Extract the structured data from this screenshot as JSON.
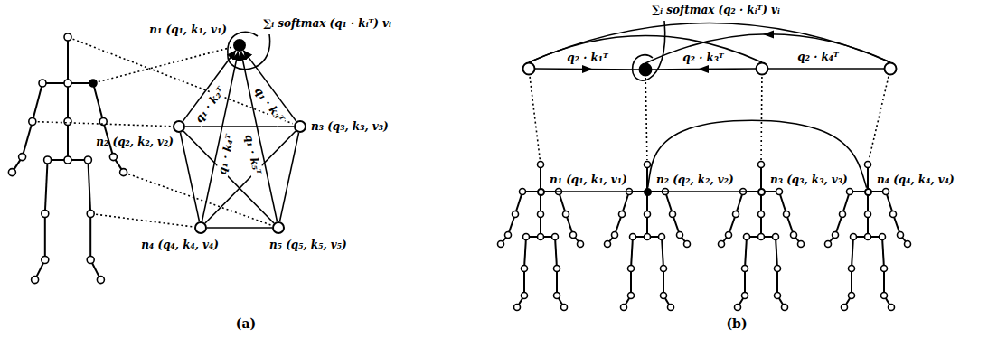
{
  "diagram": {
    "nodes": [
      {
        "text": [
          "n₁ (q₁, k₁, v₁)"
        ]
      },
      {
        "text": [
          "n₂ (q₂, k₂, v₂)"
        ]
      },
      {
        "text": [
          "n₃ (q₃, k₃, v₃)"
        ]
      },
      {
        "text": [
          "n₄ (q₄, k₄, v₄)"
        ]
      },
      {
        "text": [
          "n₅ (q₅, k₅, v₅)"
        ]
      },
      {
        "text": [
          "n₁ (q₁, k₁, v₁)"
        ]
      },
      {
        "text": [
          "n₂ (q₂, k₂, v₂)"
        ]
      },
      {
        "text": [
          "n₃ (q₃, k₃, v₃)"
        ]
      },
      {
        "text": [
          "n₄ (q₄, k₄, v₄)"
        ]
      }
    ],
    "edges": [
      {
        "from": 1,
        "to": 0,
        "arrow": "to",
        "label": "q₁ · k₂ᵀ"
      },
      {
        "from": 2,
        "to": 0,
        "arrow": "to",
        "label": "q₁ · k₃ᵀ"
      },
      {
        "from": 3,
        "to": 0,
        "arrow": "to",
        "label": "q₁ · k₄ᵀ"
      },
      {
        "from": 4,
        "to": 0,
        "arrow": "to",
        "label": "q₁ · k₅ᵀ"
      },
      {
        "from": 1,
        "to": 2,
        "arrow": "none"
      },
      {
        "from": 1,
        "to": 3,
        "arrow": "none"
      },
      {
        "from": 1,
        "to": 4,
        "arrow": "none"
      },
      {
        "from": 2,
        "to": 3,
        "arrow": "none"
      },
      {
        "from": 2,
        "to": 4,
        "arrow": "none"
      },
      {
        "from": 3,
        "to": 4,
        "arrow": "none"
      },
      {
        "from": 5,
        "to": 6,
        "arrow": "none"
      },
      {
        "from": 6,
        "to": 7,
        "arrow": "none"
      },
      {
        "from": 6,
        "to": 8,
        "arrow": "none"
      }
    ],
    "labels": [
      "∑ᵢ softmax (q₁ · kᵢᵀ) vᵢ",
      "∑ᵢ softmax (q₂ · kᵢᵀ) vᵢ",
      "q₂ · k₁ᵀ",
      "q₂ · k₃ᵀ",
      "q₂ · k₄ᵀ",
      "(a)",
      "(b)"
    ]
  }
}
